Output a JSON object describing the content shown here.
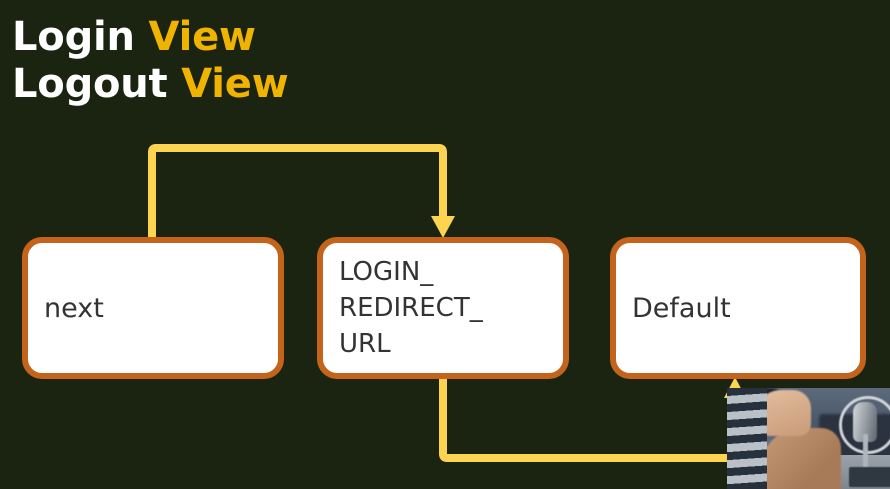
{
  "slide": {
    "background_color": "#1a2410",
    "title": {
      "line1_primary": "Login",
      "line1_accent": "View",
      "line2_primary": "Logout",
      "line2_accent": "View",
      "primary_color": "#ffffff",
      "accent_color": "#f0b400"
    },
    "diagram": {
      "box_border_color": "#c4631b",
      "box_fill_color": "#ffffff",
      "box_text_color": "#333333",
      "connector_color": "#fcd450",
      "nodes": [
        {
          "id": "next",
          "label": "next"
        },
        {
          "id": "login-redirect-url",
          "label": "LOGIN_\nREDIRECT_\nURL"
        },
        {
          "id": "default",
          "label": "Default"
        }
      ],
      "connectors": [
        {
          "from": "next",
          "to": "login-redirect-url",
          "direction": "top-route-right-down"
        },
        {
          "from": "login-redirect-url",
          "to": "default",
          "direction": "bottom-route-right-up"
        }
      ]
    },
    "webcam_overlay": {
      "present": true,
      "description": "presenter webcam picture-in-picture"
    }
  }
}
